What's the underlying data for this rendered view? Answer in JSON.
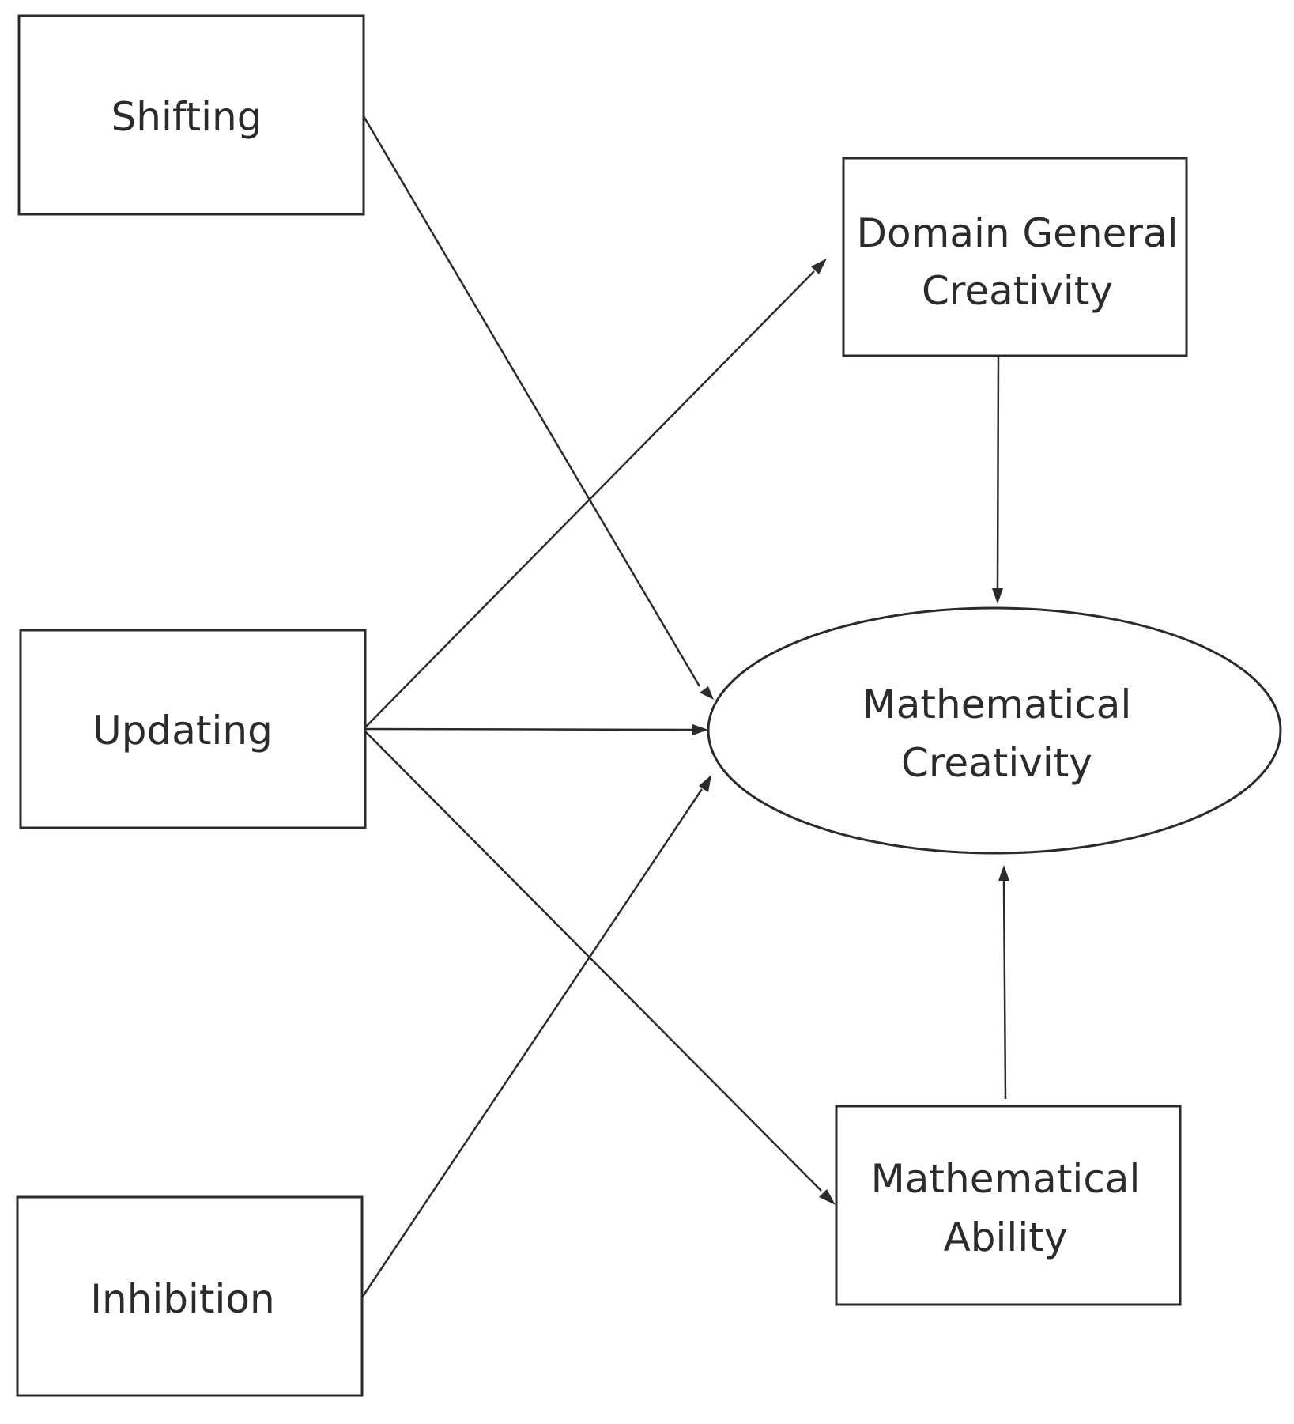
{
  "diagram": {
    "type": "path-model",
    "colors": {
      "stroke": "#2b2b2b",
      "background": "#ffffff"
    },
    "nodes": {
      "shifting": {
        "shape": "rectangle",
        "label_lines": [
          "Shifting"
        ]
      },
      "updating": {
        "shape": "rectangle",
        "label_lines": [
          "Updating"
        ]
      },
      "inhibition": {
        "shape": "rectangle",
        "label_lines": [
          "Inhibition"
        ]
      },
      "domain_general_creativity": {
        "shape": "rectangle",
        "label_lines": [
          "Domain General",
          "Creativity"
        ]
      },
      "mathematical_creativity": {
        "shape": "ellipse",
        "label_lines": [
          "Mathematical",
          "Creativity"
        ]
      },
      "mathematical_ability": {
        "shape": "rectangle",
        "label_lines": [
          "Mathematical",
          "Ability"
        ]
      }
    },
    "edges": [
      {
        "from": "shifting",
        "to": "mathematical_creativity"
      },
      {
        "from": "updating",
        "to": "domain_general_creativity"
      },
      {
        "from": "updating",
        "to": "mathematical_creativity"
      },
      {
        "from": "updating",
        "to": "mathematical_ability"
      },
      {
        "from": "inhibition",
        "to": "mathematical_creativity"
      },
      {
        "from": "domain_general_creativity",
        "to": "mathematical_creativity"
      },
      {
        "from": "mathematical_ability",
        "to": "mathematical_creativity"
      }
    ]
  }
}
